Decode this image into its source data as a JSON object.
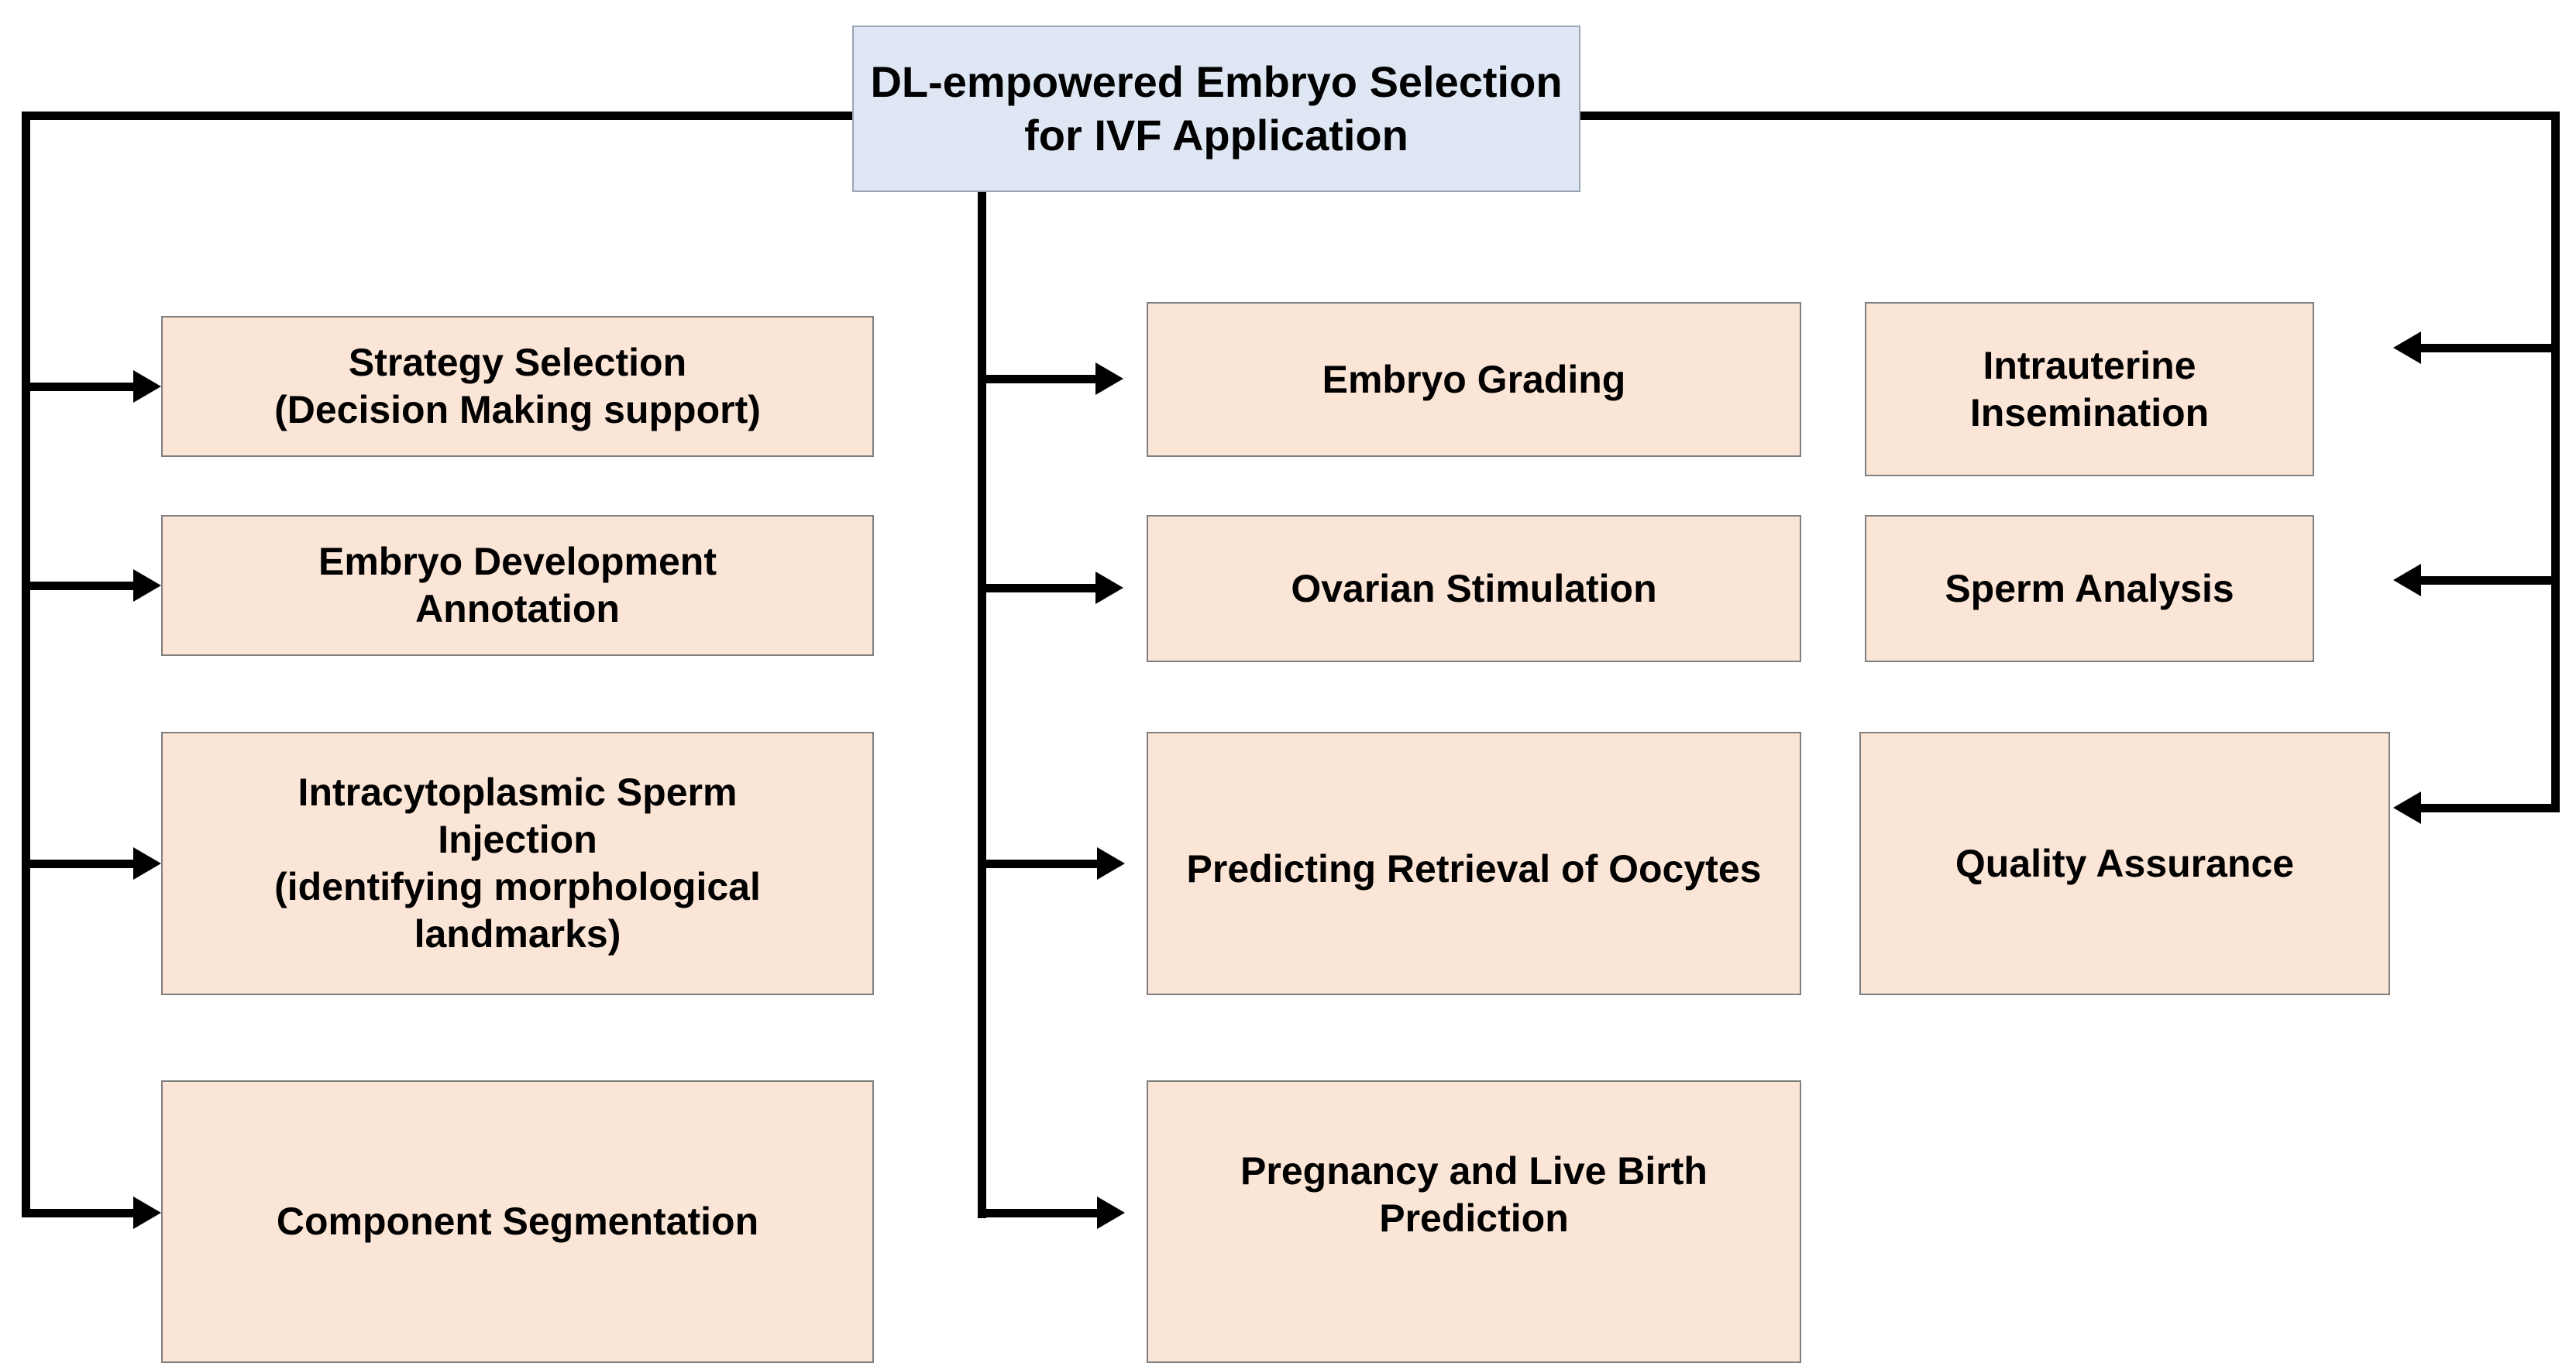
{
  "diagram": {
    "type": "hierarchy-flowchart",
    "root": {
      "id": "root",
      "label": "DL-empowered Embryo Selection\nfor IVF Application",
      "fill_color": "#DEE7F3",
      "border_color": "#9AA6B5"
    },
    "node_fill_color": "#FBE5D6",
    "node_border_color": "#7F7F7F",
    "connector_color": "#000000",
    "background_color": "#FFFFFF",
    "branches": [
      {
        "id": "left-branch",
        "direction": "left-bus-arrows-right",
        "nodes": [
          {
            "id": "strategy-selection",
            "label": "Strategy Selection\n(Decision Making support)"
          },
          {
            "id": "embryo-development-annotation",
            "label": "Embryo Development\nAnnotation"
          },
          {
            "id": "intracytoplasmic-sperm-injection",
            "label": "Intracytoplasmic Sperm\nInjection\n(identifying morphological\nlandmarks)"
          },
          {
            "id": "component-segmentation",
            "label": "Component Segmentation"
          }
        ]
      },
      {
        "id": "center-branch",
        "direction": "center-bus-arrows-right",
        "nodes": [
          {
            "id": "embryo-grading",
            "label": "Embryo Grading"
          },
          {
            "id": "ovarian-stimulation",
            "label": "Ovarian Stimulation"
          },
          {
            "id": "predicting-retrieval-of-oocytes",
            "label": "Predicting Retrieval of Oocytes"
          },
          {
            "id": "pregnancy-and-live-birth-prediction",
            "label": "Pregnancy and Live Birth\nPrediction"
          }
        ]
      },
      {
        "id": "right-branch",
        "direction": "right-bus-arrows-left",
        "nodes": [
          {
            "id": "intrauterine-insemination",
            "label": "Intrauterine\nInsemination"
          },
          {
            "id": "sperm-analysis",
            "label": "Sperm Analysis"
          },
          {
            "id": "quality-assurance",
            "label": "Quality Assurance"
          }
        ]
      }
    ]
  }
}
